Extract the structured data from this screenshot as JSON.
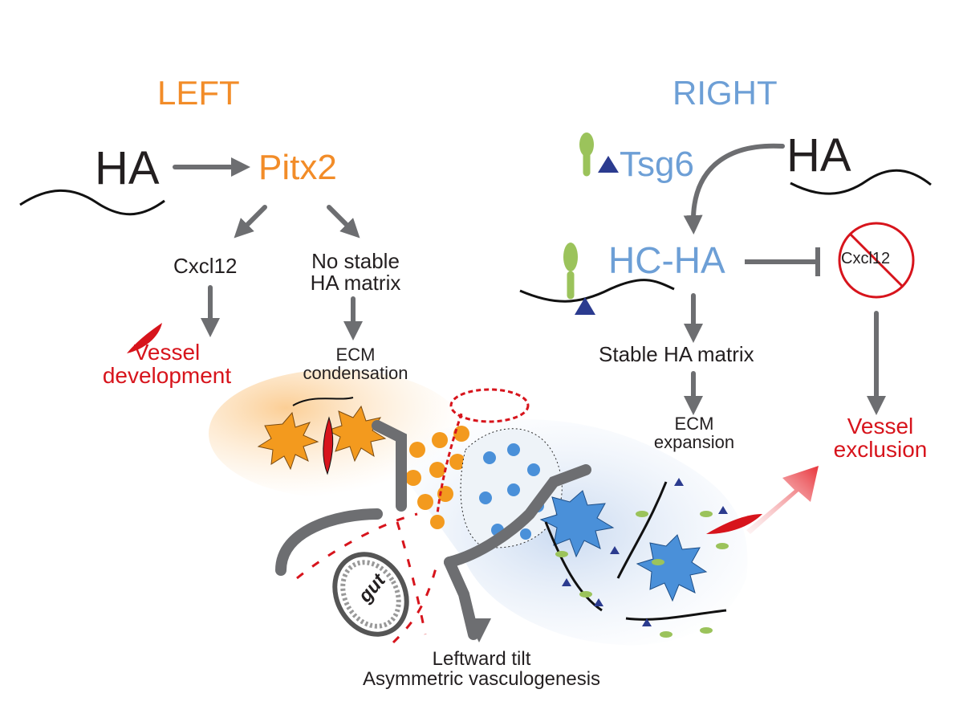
{
  "left": {
    "side_label": "LEFT",
    "ha": "HA",
    "pitx2": "Pitx2",
    "cxcl12": "Cxcl12",
    "no_stable_matrix": "No stable\nHA matrix",
    "vessel_development": "Vessel\ndevelopment",
    "ecm_condensation": "ECM\ncondensation"
  },
  "right": {
    "side_label": "RIGHT",
    "tsg6": "Tsg6",
    "ha": "HA",
    "hc_ha": "HC-HA",
    "cxcl12_blocked": "Cxcl12",
    "stable_matrix": "Stable HA matrix",
    "ecm_expansion": "ECM\nexpansion",
    "vessel_exclusion": "Vessel\nexclusion"
  },
  "illustration": {
    "gut_label": "gut",
    "caption": "Leftward tilt\nAsymmetric vasculogenesis"
  },
  "colors": {
    "left_orange": "#f28c28",
    "right_blue": "#6d9fd6",
    "vessel_red": "#d7141c",
    "arrow_gray": "#6d6e71",
    "cell_orange": "#f39a1e",
    "cell_blue": "#4a90d9",
    "hc_green": "#9bc35b",
    "tsg6_navy": "#2b3b8f"
  }
}
